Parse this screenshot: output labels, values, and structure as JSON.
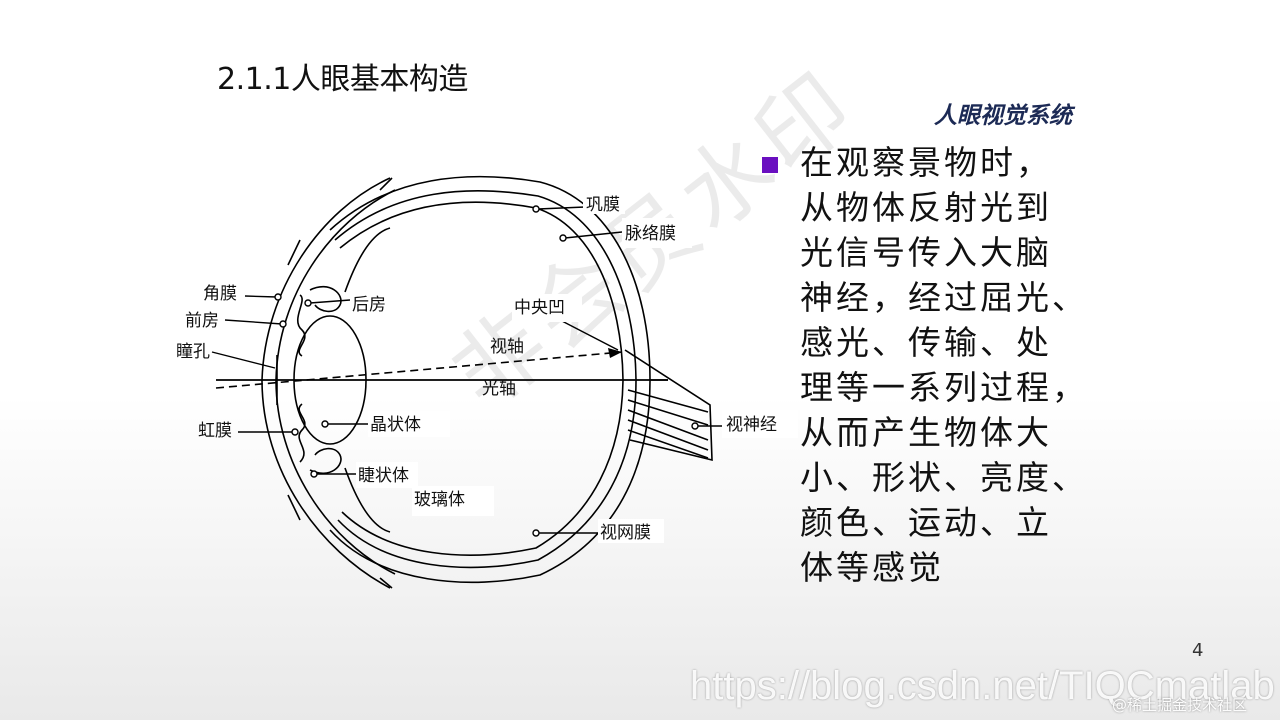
{
  "slide": {
    "title": "2.1.1人眼基本构造",
    "section_tag": "人眼视觉系统",
    "body_lines": [
      "在观察景物时，",
      "从物体反射光到",
      "光信号传入大脑",
      "神经，经过屈光、",
      "感光、传输、处",
      "理等一系列过程，",
      "从而产生物体大",
      "小、形状、亮度、",
      "颜色、运动、立",
      "体等感觉"
    ],
    "page_number": "4"
  },
  "diagram": {
    "labels": {
      "sclera": "巩膜",
      "choroid": "脉络膜",
      "cornea": "角膜",
      "anterior_chamber": "前房",
      "posterior_chamber": "后房",
      "pupil": "瞳孔",
      "fovea": "中央凹",
      "visual_axis": "视轴",
      "optical_axis": "光轴",
      "optic_nerve": "视神经",
      "iris": "虹膜",
      "lens": "晶状体",
      "ciliary_body": "睫状体",
      "vitreous": "玻璃体",
      "retina": "视网膜"
    }
  },
  "watermarks": {
    "diagonal": "非会员水印",
    "url": "https://blog.csdn.net/TIQCmatlab",
    "juejin": "@稀土掘金技术社区"
  },
  "colors": {
    "bullet": "#6a0fc0",
    "section_tag": "#1c2a55"
  }
}
